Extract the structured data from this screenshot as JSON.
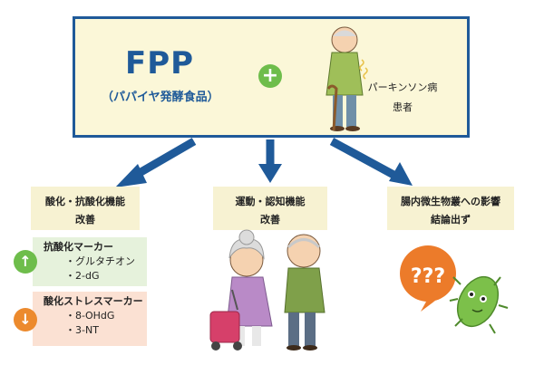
{
  "header": {
    "title": "FPP",
    "subtitle": "（パパイヤ発酵食品）",
    "plus_symbol": "+",
    "patient_line1": "パーキンソン病",
    "patient_line2": "患者"
  },
  "effects": [
    {
      "line1": "酸化・抗酸化機能",
      "line2": "改善"
    },
    {
      "line1": "運動・認知機能",
      "line2": "改善"
    },
    {
      "line1": "腸内微生物叢への影響",
      "line2": "結論出ず"
    }
  ],
  "markers": {
    "antioxidant": {
      "title": "抗酸化マーカー",
      "items": [
        "・グルタチオン",
        "・2-dG"
      ],
      "direction_icon": "up-arrow-icon",
      "color": "#6ebd4b"
    },
    "oxidative_stress": {
      "title": "酸化ストレスマーカー",
      "items": [
        "・8-OHdG",
        "・3-NT"
      ],
      "direction_icon": "down-arrow-icon",
      "color": "#ec8a2d"
    }
  },
  "question_marks": "???",
  "colors": {
    "frame": "#1f5a99",
    "header_fill": "#fbf7d8",
    "effect_fill": "#f7f2d2",
    "green_panel": "#e6f2dc",
    "orange_panel": "#fbe1d3",
    "question_orange": "#ec7b2a",
    "microbe_green": "#7cc04a"
  }
}
